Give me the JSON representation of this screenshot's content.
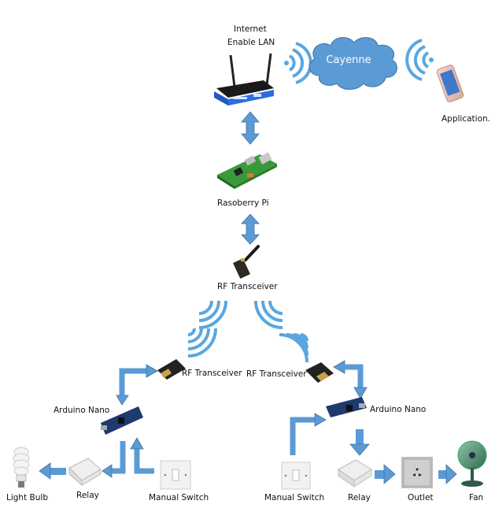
{
  "diagram": {
    "title": "Home automation network diagram",
    "colors": {
      "arrow": "#5b9bd5",
      "arrow_stroke": "#41719c",
      "wifi": "#5aa7e0",
      "cloud": "#5b9bd5",
      "cloud_stroke": "#41719c",
      "text": "#111111"
    },
    "nodes": {
      "internet_label_line1": "Internet",
      "internet_label_line2": "Enable LAN",
      "cloud": "Cayenne",
      "application": "Application.",
      "raspberry_pi": "Rasoberry Pi",
      "rf_main": "RF Transceiver",
      "rf_left": "RF Transceiver",
      "rf_right": "RF Transceiver",
      "arduino_left": "Arduino Nano",
      "arduino_right": "Arduino Nano",
      "light_bulb": "Light Bulb",
      "relay_left": "Relay",
      "switch_left": "Manual Switch",
      "switch_right": "Manual Switch",
      "relay_right": "Relay",
      "outlet": "Outlet",
      "fan": "Fan"
    },
    "icons": [
      "router-icon",
      "cloud-icon",
      "smartphone-icon",
      "raspberry-pi-icon",
      "rf-module-icon",
      "arduino-icon",
      "relay-icon",
      "light-bulb-icon",
      "wall-switch-icon",
      "outlet-icon",
      "fan-icon",
      "wifi-signal-icon"
    ]
  }
}
